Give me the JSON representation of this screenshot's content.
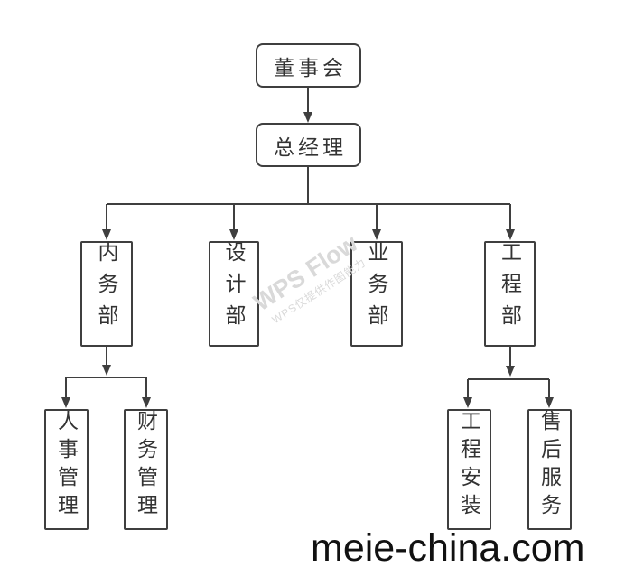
{
  "diagram": {
    "type": "org-chart",
    "nodes": {
      "board": {
        "label": "董事会",
        "level": 0
      },
      "general_manager": {
        "label": "总经理",
        "level": 1
      },
      "internal_affairs": {
        "label": "内务部",
        "level": 2
      },
      "design": {
        "label": "设计部",
        "level": 2
      },
      "business": {
        "label": "业务部",
        "level": 2
      },
      "engineering": {
        "label": "工程部",
        "level": 2
      },
      "hr_management": {
        "label": "人事管理",
        "level": 3
      },
      "finance_management": {
        "label": "财务管理",
        "level": 3
      },
      "engineering_installation": {
        "label": "工程安装",
        "level": 3
      },
      "after_sales_service": {
        "label": "售后服务",
        "level": 3
      }
    },
    "hierarchy": [
      {
        "parent": "董事会",
        "children": [
          "总经理"
        ]
      },
      {
        "parent": "总经理",
        "children": [
          "内务部",
          "设计部",
          "业务部",
          "工程部"
        ]
      },
      {
        "parent": "内务部",
        "children": [
          "人事管理",
          "财务管理"
        ]
      },
      {
        "parent": "工程部",
        "children": [
          "工程安装",
          "售后服务"
        ]
      }
    ]
  },
  "watermark": {
    "title": "WPS Flow",
    "subtitle": "WPS仅提供作图能力"
  },
  "footer": {
    "site_text": "meie-china.com"
  },
  "colors": {
    "line": "#3f3f3f",
    "text": "#333333",
    "background": "#ffffff",
    "watermark": "#d9d9d9",
    "footer": "#111111"
  }
}
